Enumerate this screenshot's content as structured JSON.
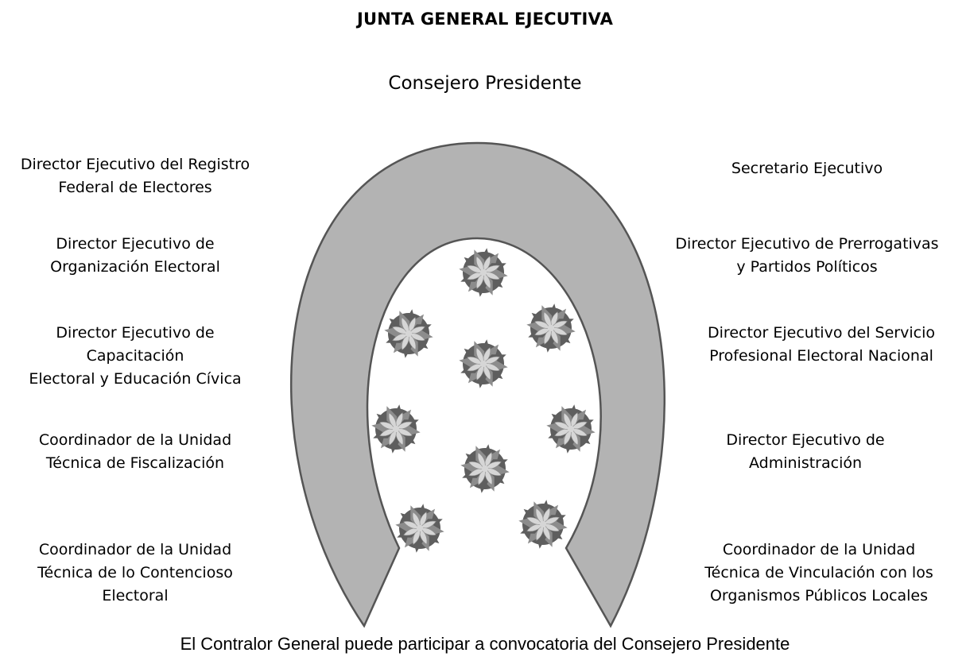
{
  "title": "JUNTA GENERAL EJECUTIVA",
  "president": "Consejero Presidente",
  "left_labels": [
    {
      "lines": [
        "Director Ejecutivo del Registro",
        "Federal de Electores"
      ]
    },
    {
      "lines": [
        "Director Ejecutivo de",
        "Organización Electoral"
      ]
    },
    {
      "lines": [
        "Director Ejecutivo de",
        "Capacitación",
        "Electoral y Educación Cívica"
      ]
    },
    {
      "lines": [
        "Coordinador de la Unidad",
        "Técnica de Fiscalización"
      ]
    },
    {
      "lines": [
        "Coordinador de la Unidad",
        "Técnica de lo Contencioso",
        "Electoral"
      ]
    }
  ],
  "right_labels": [
    {
      "lines": [
        "Secretario Ejecutivo"
      ]
    },
    {
      "lines": [
        "Director Ejecutivo de Prerrogativas",
        "y Partidos Políticos"
      ]
    },
    {
      "lines": [
        "Director Ejecutivo del Servicio",
        "Profesional Electoral Nacional"
      ]
    },
    {
      "lines": [
        "Director Ejecutivo de",
        "Administración"
      ]
    },
    {
      "lines": [
        "Coordinador de la Unidad",
        "Técnica de Vinculación con los",
        "Organismos Públicos Locales"
      ]
    }
  ],
  "footer": "El Contralor General puede participar a convocatoria del Consejero Presidente",
  "diagram": {
    "shape": "horseshoe",
    "emblem_count": 9,
    "colors": {
      "arc_fill": "#b3b3b3",
      "arc_stroke": "#555555",
      "emblem_dark": "#5e5e5e",
      "emblem_mid": "#8c8c8c",
      "emblem_light": "#d6d6d6"
    }
  }
}
